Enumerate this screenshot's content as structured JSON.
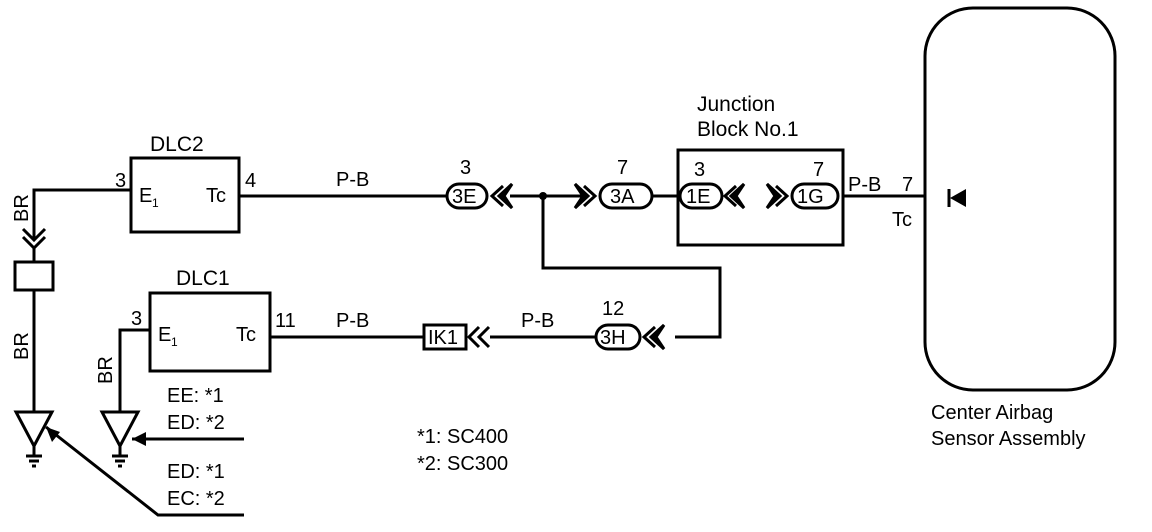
{
  "components": {
    "dlc2": {
      "name": "DLC2",
      "pin_left": "3",
      "pin_right": "4",
      "label_left": "E",
      "label_left_sub": "1",
      "label_right": "Tc"
    },
    "dlc1": {
      "name": "DLC1",
      "pin_left": "3",
      "pin_right": "11",
      "label_left": "E",
      "label_left_sub": "1",
      "label_right": "Tc"
    },
    "junction_block": {
      "title_line1": "Junction",
      "title_line2": "Block No.1",
      "pin_left": "3",
      "pin_right": "7",
      "conn_left": "1E",
      "conn_right": "1G"
    },
    "airbag": {
      "line1": "Center Airbag",
      "line2": "Sensor Assembly",
      "pin": "7",
      "pin_label": "Tc"
    }
  },
  "connectors": {
    "c3e": {
      "label": "3E",
      "pin": "3"
    },
    "c3a": {
      "label": "3A",
      "pin": "7"
    },
    "c3h": {
      "label": "3H",
      "pin": "12"
    },
    "ik1": {
      "label": "IK1"
    }
  },
  "wires": {
    "pb_top": "P-B",
    "pb_jb": "P-B",
    "pb_bottom_left": "P-B",
    "pb_bottom_right": "P-B",
    "br_top": "BR",
    "br_mid": "BR",
    "br_dlc1": "BR"
  },
  "grounds": {
    "right_line1": "EE:  *1",
    "right_line2": "ED:  *2",
    "left_line1": "ED:  *1",
    "left_line2": "EC:  *2"
  },
  "notes": {
    "note1": "*1:  SC400",
    "note2": "*2:  SC300"
  }
}
